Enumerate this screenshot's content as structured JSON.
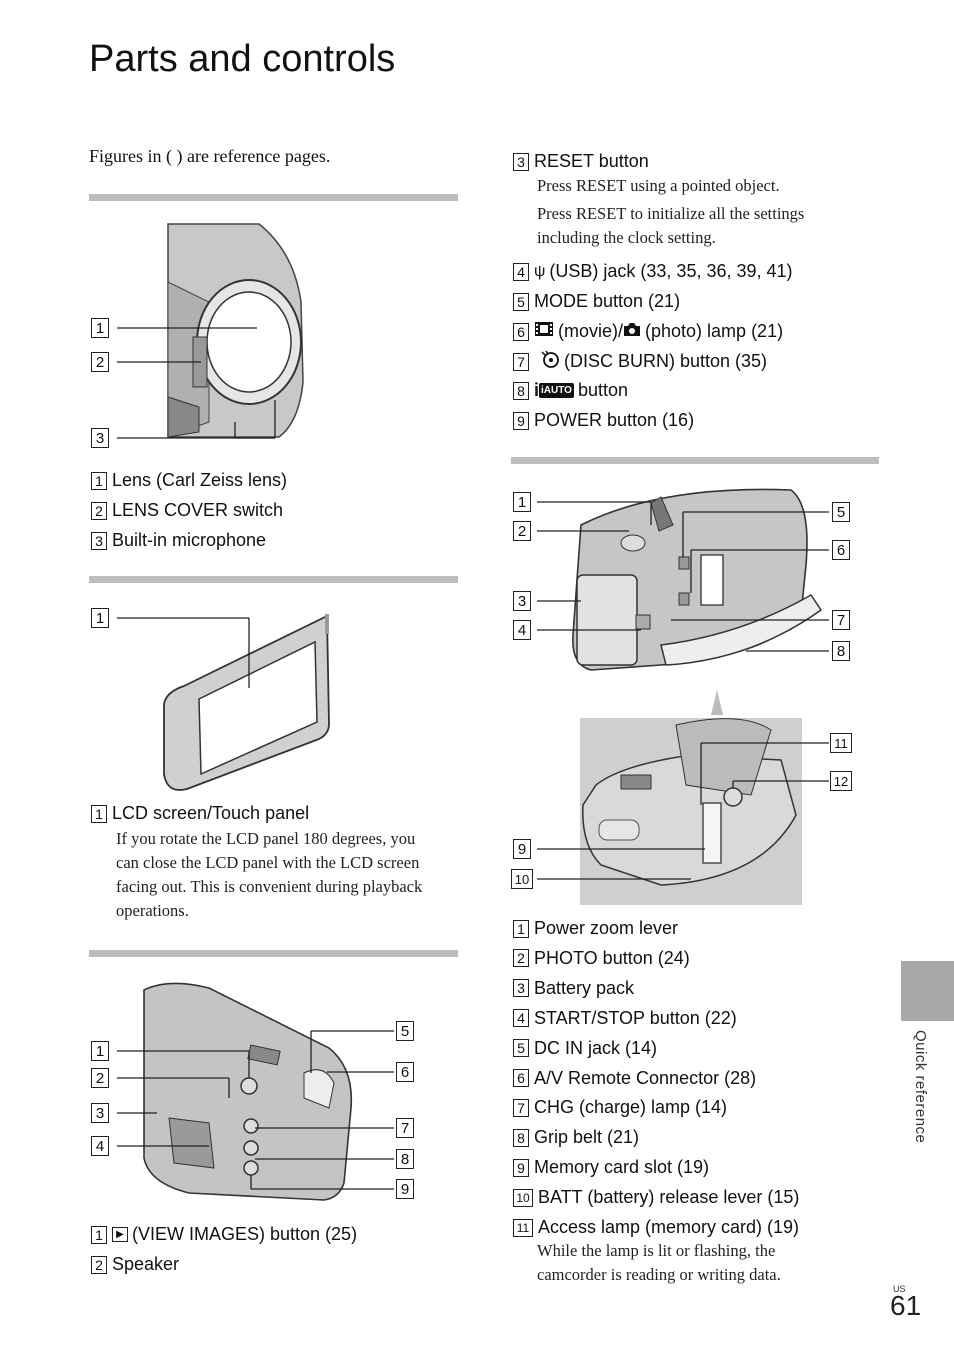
{
  "page": {
    "title": "Parts and controls",
    "note": "Figures in ( ) are reference pages.",
    "side_tab": "Quick reference",
    "page_region": "US",
    "page_number": "61"
  },
  "sec1": {
    "items": [
      {
        "n": "1",
        "label": "Lens (Carl Zeiss lens)"
      },
      {
        "n": "2",
        "label": "LENS COVER switch"
      },
      {
        "n": "3",
        "label": "Built-in microphone"
      }
    ]
  },
  "sec2": {
    "items": [
      {
        "n": "1",
        "label": "LCD screen/Touch panel"
      }
    ],
    "desc": [
      "If you rotate the LCD panel 180 degrees, you",
      "can close the LCD panel with the LCD screen",
      "facing out. This is convenient during playback",
      "operations."
    ]
  },
  "sec3": {
    "callouts_left": [
      "1",
      "2",
      "3",
      "4"
    ],
    "callouts_right": [
      "5",
      "6",
      "7",
      "8",
      "9"
    ],
    "items": [
      {
        "n": "1",
        "label": "(VIEW IMAGES) button (25)",
        "icon": "play-icon"
      },
      {
        "n": "2",
        "label": "Speaker"
      }
    ]
  },
  "col2": {
    "items_top": [
      {
        "n": "3",
        "label": "RESET button"
      },
      {
        "n": "4",
        "label": "(USB) jack (33, 35, 36, 39, 41)",
        "icon": "usb-icon"
      },
      {
        "n": "5",
        "label": "MODE button (21)"
      },
      {
        "n": "6",
        "label": "(movie)/",
        "label2": "(photo) lamp (21)",
        "icon": "film-icon",
        "icon2": "camera-icon"
      },
      {
        "n": "7",
        "label": "(DISC BURN) button (35)",
        "icon": "disc-burn-icon"
      },
      {
        "n": "8",
        "label": "button",
        "icon": "intelligent-auto-icon",
        "icon_text": "iAUTO"
      },
      {
        "n": "9",
        "label": "POWER button (16)"
      }
    ],
    "reset_desc": [
      "Press RESET using a pointed object.",
      "Press RESET to initialize all the settings",
      "including the clock setting."
    ]
  },
  "sec4": {
    "callouts_left": [
      "1",
      "2",
      "3",
      "4",
      "9",
      "10"
    ],
    "callouts_right": [
      "5",
      "6",
      "7",
      "8",
      "11",
      "12"
    ],
    "items": [
      {
        "n": "1",
        "label": "Power zoom lever"
      },
      {
        "n": "2",
        "label": "PHOTO button (24)"
      },
      {
        "n": "3",
        "label": "Battery pack"
      },
      {
        "n": "4",
        "label": "START/STOP button (22)"
      },
      {
        "n": "5",
        "label": "DC IN jack (14)"
      },
      {
        "n": "6",
        "label": "A/V Remote Connector (28)"
      },
      {
        "n": "7",
        "label": "CHG (charge) lamp (14)"
      },
      {
        "n": "8",
        "label": "Grip belt (21)"
      },
      {
        "n": "9",
        "label": "Memory card slot (19)"
      },
      {
        "n": "10",
        "label": "BATT (battery) release lever (15)"
      },
      {
        "n": "11",
        "label": "Access lamp (memory card) (19)"
      }
    ],
    "access_desc": [
      "While the lamp is lit or flashing, the",
      "camcorder is reading or writing data."
    ]
  }
}
